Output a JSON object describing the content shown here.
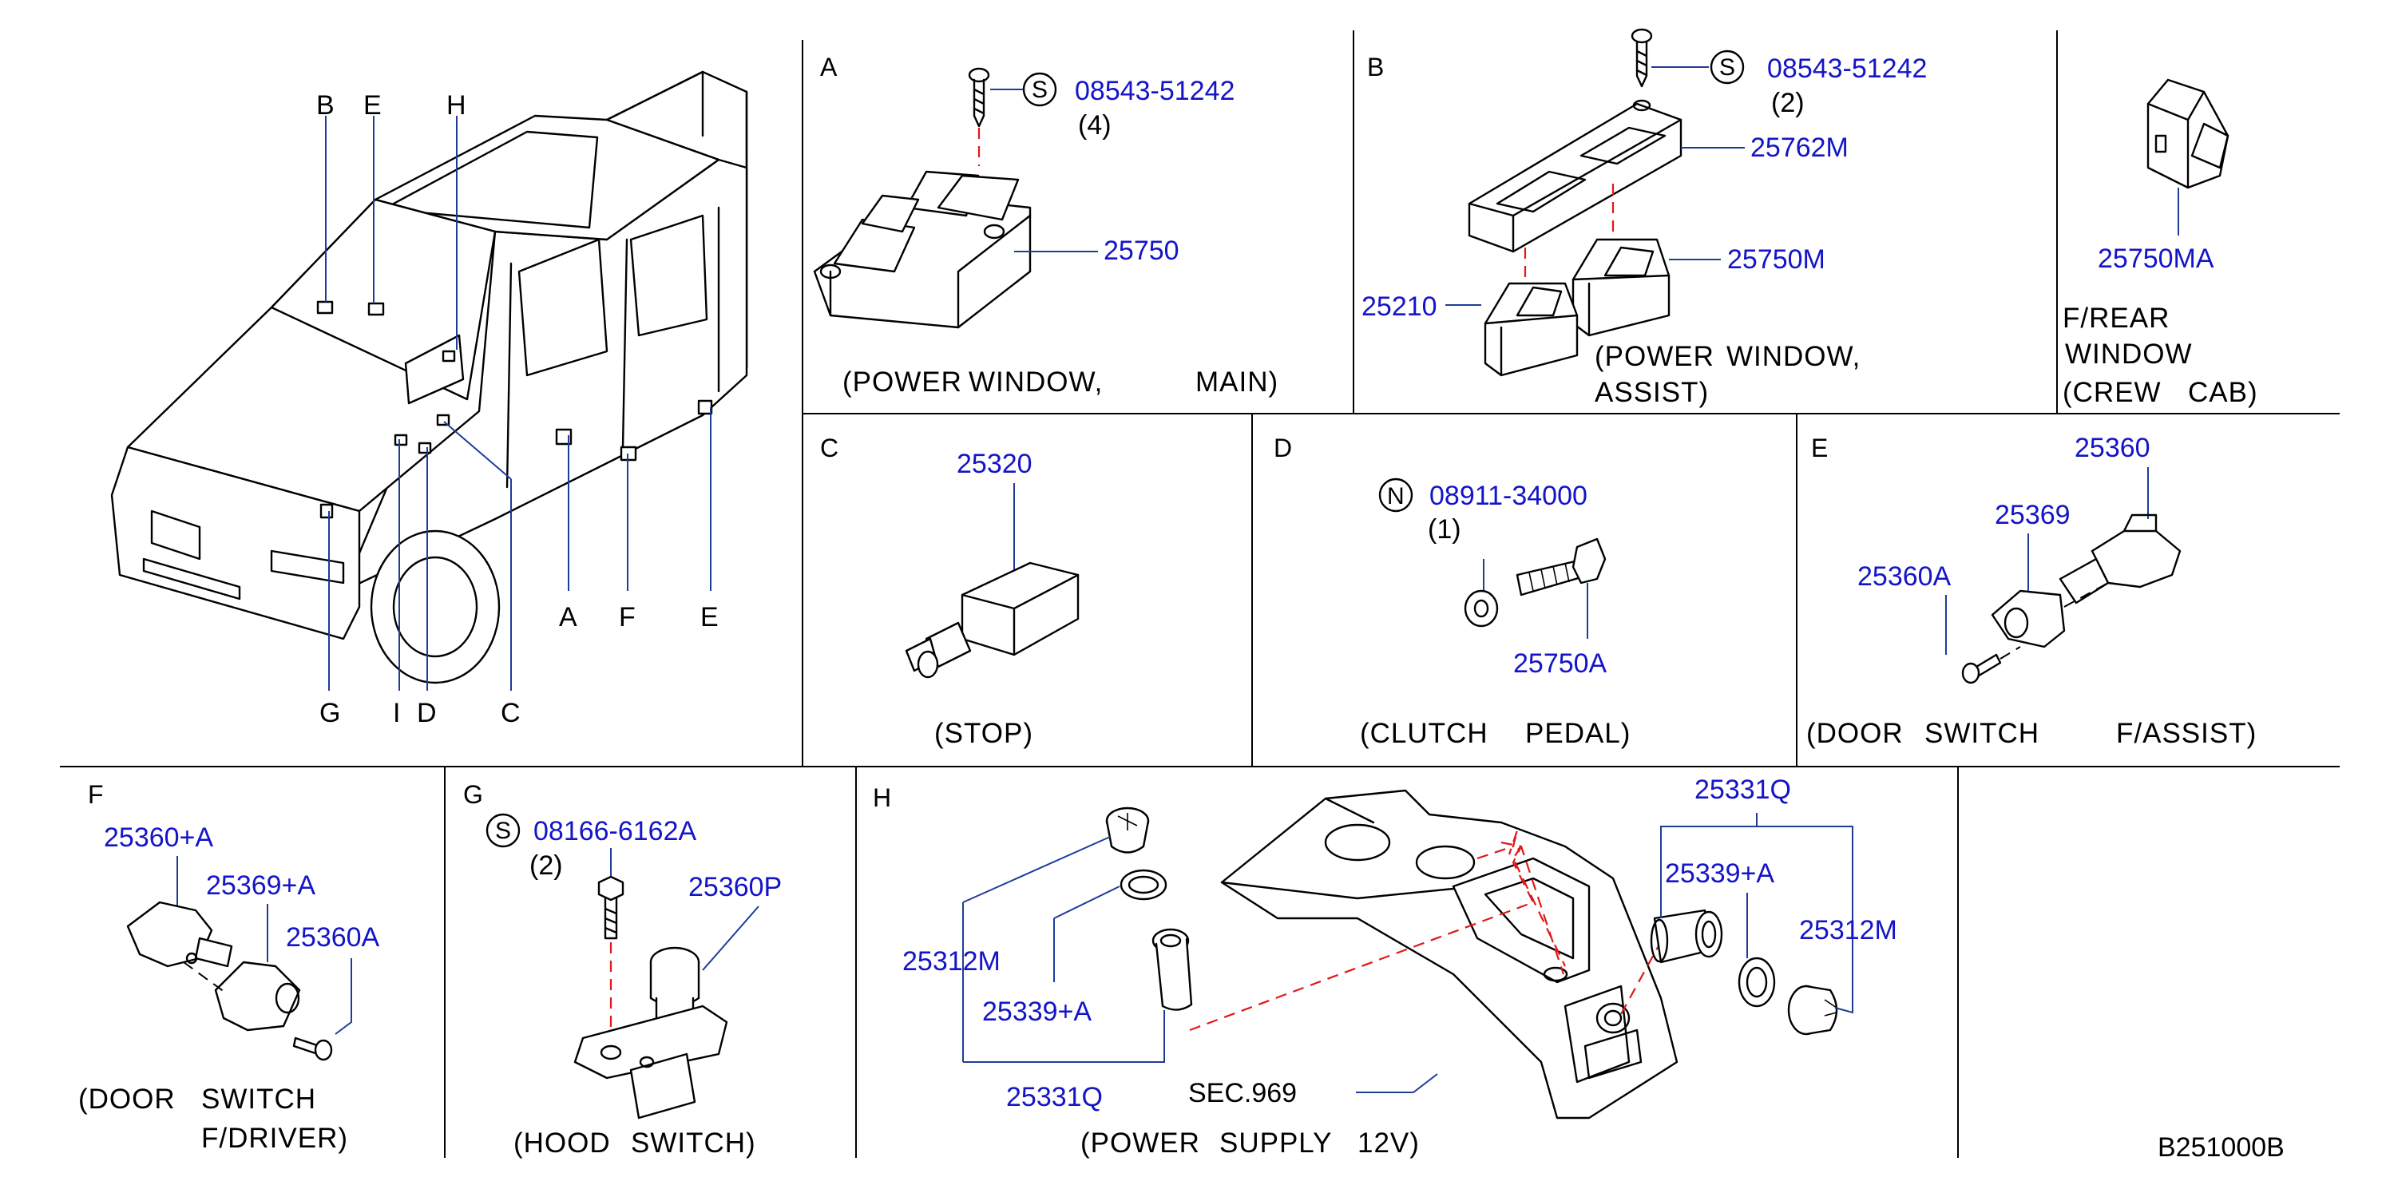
{
  "diagram_code": "B251000B",
  "overview": {
    "location_letters": [
      "B",
      "E",
      "H",
      "A",
      "F",
      "E",
      "G",
      "I",
      "D",
      "C"
    ]
  },
  "panels": {
    "A": {
      "letter": "A",
      "symbol": "S",
      "screw_part": "08543-51242",
      "screw_qty": "(4)",
      "switch_part": "25750",
      "caption_parts": [
        "(POWER",
        "WINDOW,",
        "MAIN)"
      ]
    },
    "B": {
      "letter": "B",
      "symbol": "S",
      "screw_part": "08543-51242",
      "screw_qty": "(2)",
      "bezel_part": "25762M",
      "switch_part": "25750M",
      "switch_part_2": "25210",
      "caption_line1": [
        "(POWER",
        "WINDOW,"
      ],
      "caption_line2": "ASSIST)"
    },
    "B2": {
      "switch_part": "25750MA",
      "caption_line1": "F/REAR",
      "caption_line2": "WINDOW",
      "caption_line3": [
        "(CREW",
        "CAB)"
      ]
    },
    "C": {
      "letter": "C",
      "switch_part": "25320",
      "caption": "(STOP)"
    },
    "D": {
      "letter": "D",
      "symbol": "N",
      "nut_part": "08911-34000",
      "nut_qty": "(1)",
      "stopper_part": "25750A",
      "caption_parts": [
        "(CLUTCH",
        "PEDAL)"
      ]
    },
    "E": {
      "letter": "E",
      "switch_part": "25360",
      "cap_part": "25369",
      "screw_part": "25360A",
      "caption_parts": [
        "(DOOR",
        "SWITCH",
        "F/ASSIST)"
      ]
    },
    "F": {
      "letter": "F",
      "switch_part": "25360+A",
      "cap_part": "25369+A",
      "screw_part": "25360A",
      "caption_line1": [
        "(DOOR",
        "SWITCH"
      ],
      "caption_line2": "F/DRIVER)"
    },
    "G": {
      "letter": "G",
      "symbol": "S",
      "bolt_part": "08166-6162A",
      "bolt_qty": "(2)",
      "switch_part": "25360P",
      "caption_parts": [
        "(HOOD",
        "SWITCH)"
      ]
    },
    "H": {
      "letter": "H",
      "assy_part": "25331Q",
      "assy_part_left": "25331Q",
      "plug_part": "25312M",
      "plug_part_left": "25312M",
      "ring_part": "25339+A",
      "ring_part_left": "25339+A",
      "section_ref": "SEC.969",
      "caption_parts": [
        "(POWER",
        "SUPPLY",
        "12V)"
      ]
    }
  }
}
